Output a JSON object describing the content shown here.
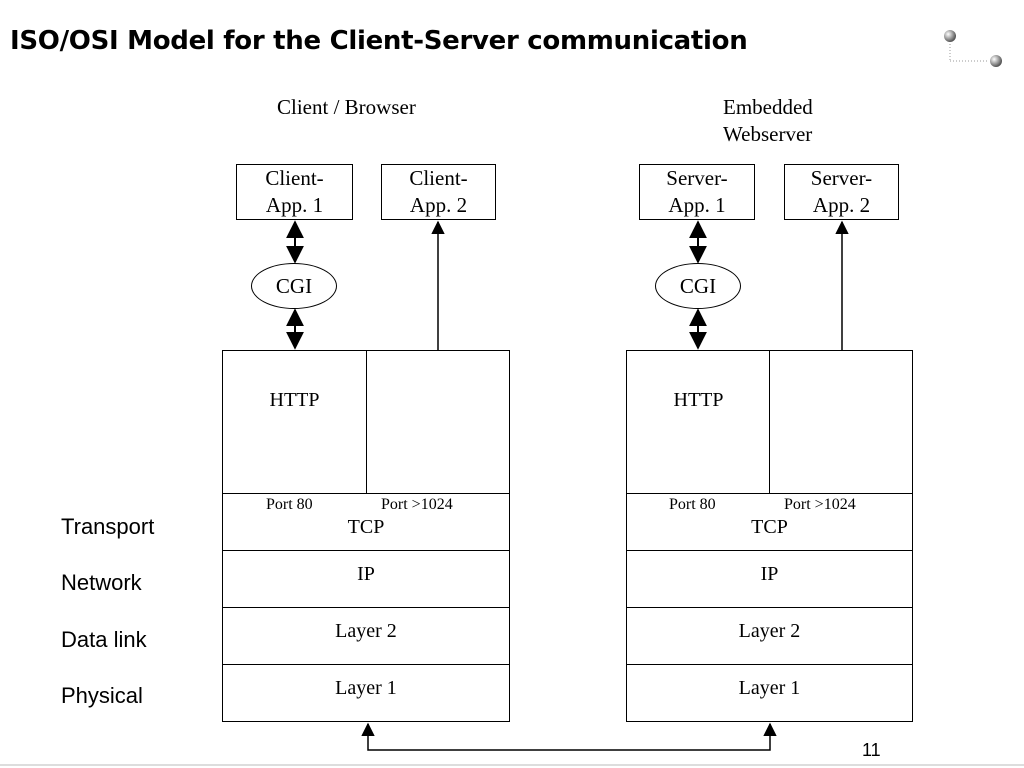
{
  "slide": {
    "title": "ISO/OSI Model for the Client-Server communication",
    "page_number": "11"
  },
  "client": {
    "header": "Client / Browser",
    "app1_line1": "Client-",
    "app1_line2": "App. 1",
    "app2_line1": "Client-",
    "app2_line2": "App. 2",
    "cgi": "CGI",
    "http": "HTTP",
    "port_http": "Port 80",
    "port_other": "Port >1024",
    "tcp": "TCP",
    "ip": "IP",
    "layer2": "Layer 2",
    "layer1": "Layer 1"
  },
  "server": {
    "header_line1": "Embedded",
    "header_line2": "Webserver",
    "app1_line1": "Server-",
    "app1_line2": "App. 1",
    "app2_line1": "Server-",
    "app2_line2": "App. 2",
    "cgi": "CGI",
    "http": "HTTP",
    "port_http": "Port 80",
    "port_other": "Port >1024",
    "tcp": "TCP",
    "ip": "IP",
    "layer2": "Layer 2",
    "layer1": "Layer 1"
  },
  "osi_layers": [
    "Transport",
    "Network",
    "Data link",
    "Physical"
  ],
  "colors": {
    "line": "#000000",
    "logo_sphere": "#8a8a8a",
    "logo_dots": "#9a9a9a",
    "footer_line": "#cccccc"
  },
  "logo": {
    "icon": "two-spheres-logo"
  }
}
